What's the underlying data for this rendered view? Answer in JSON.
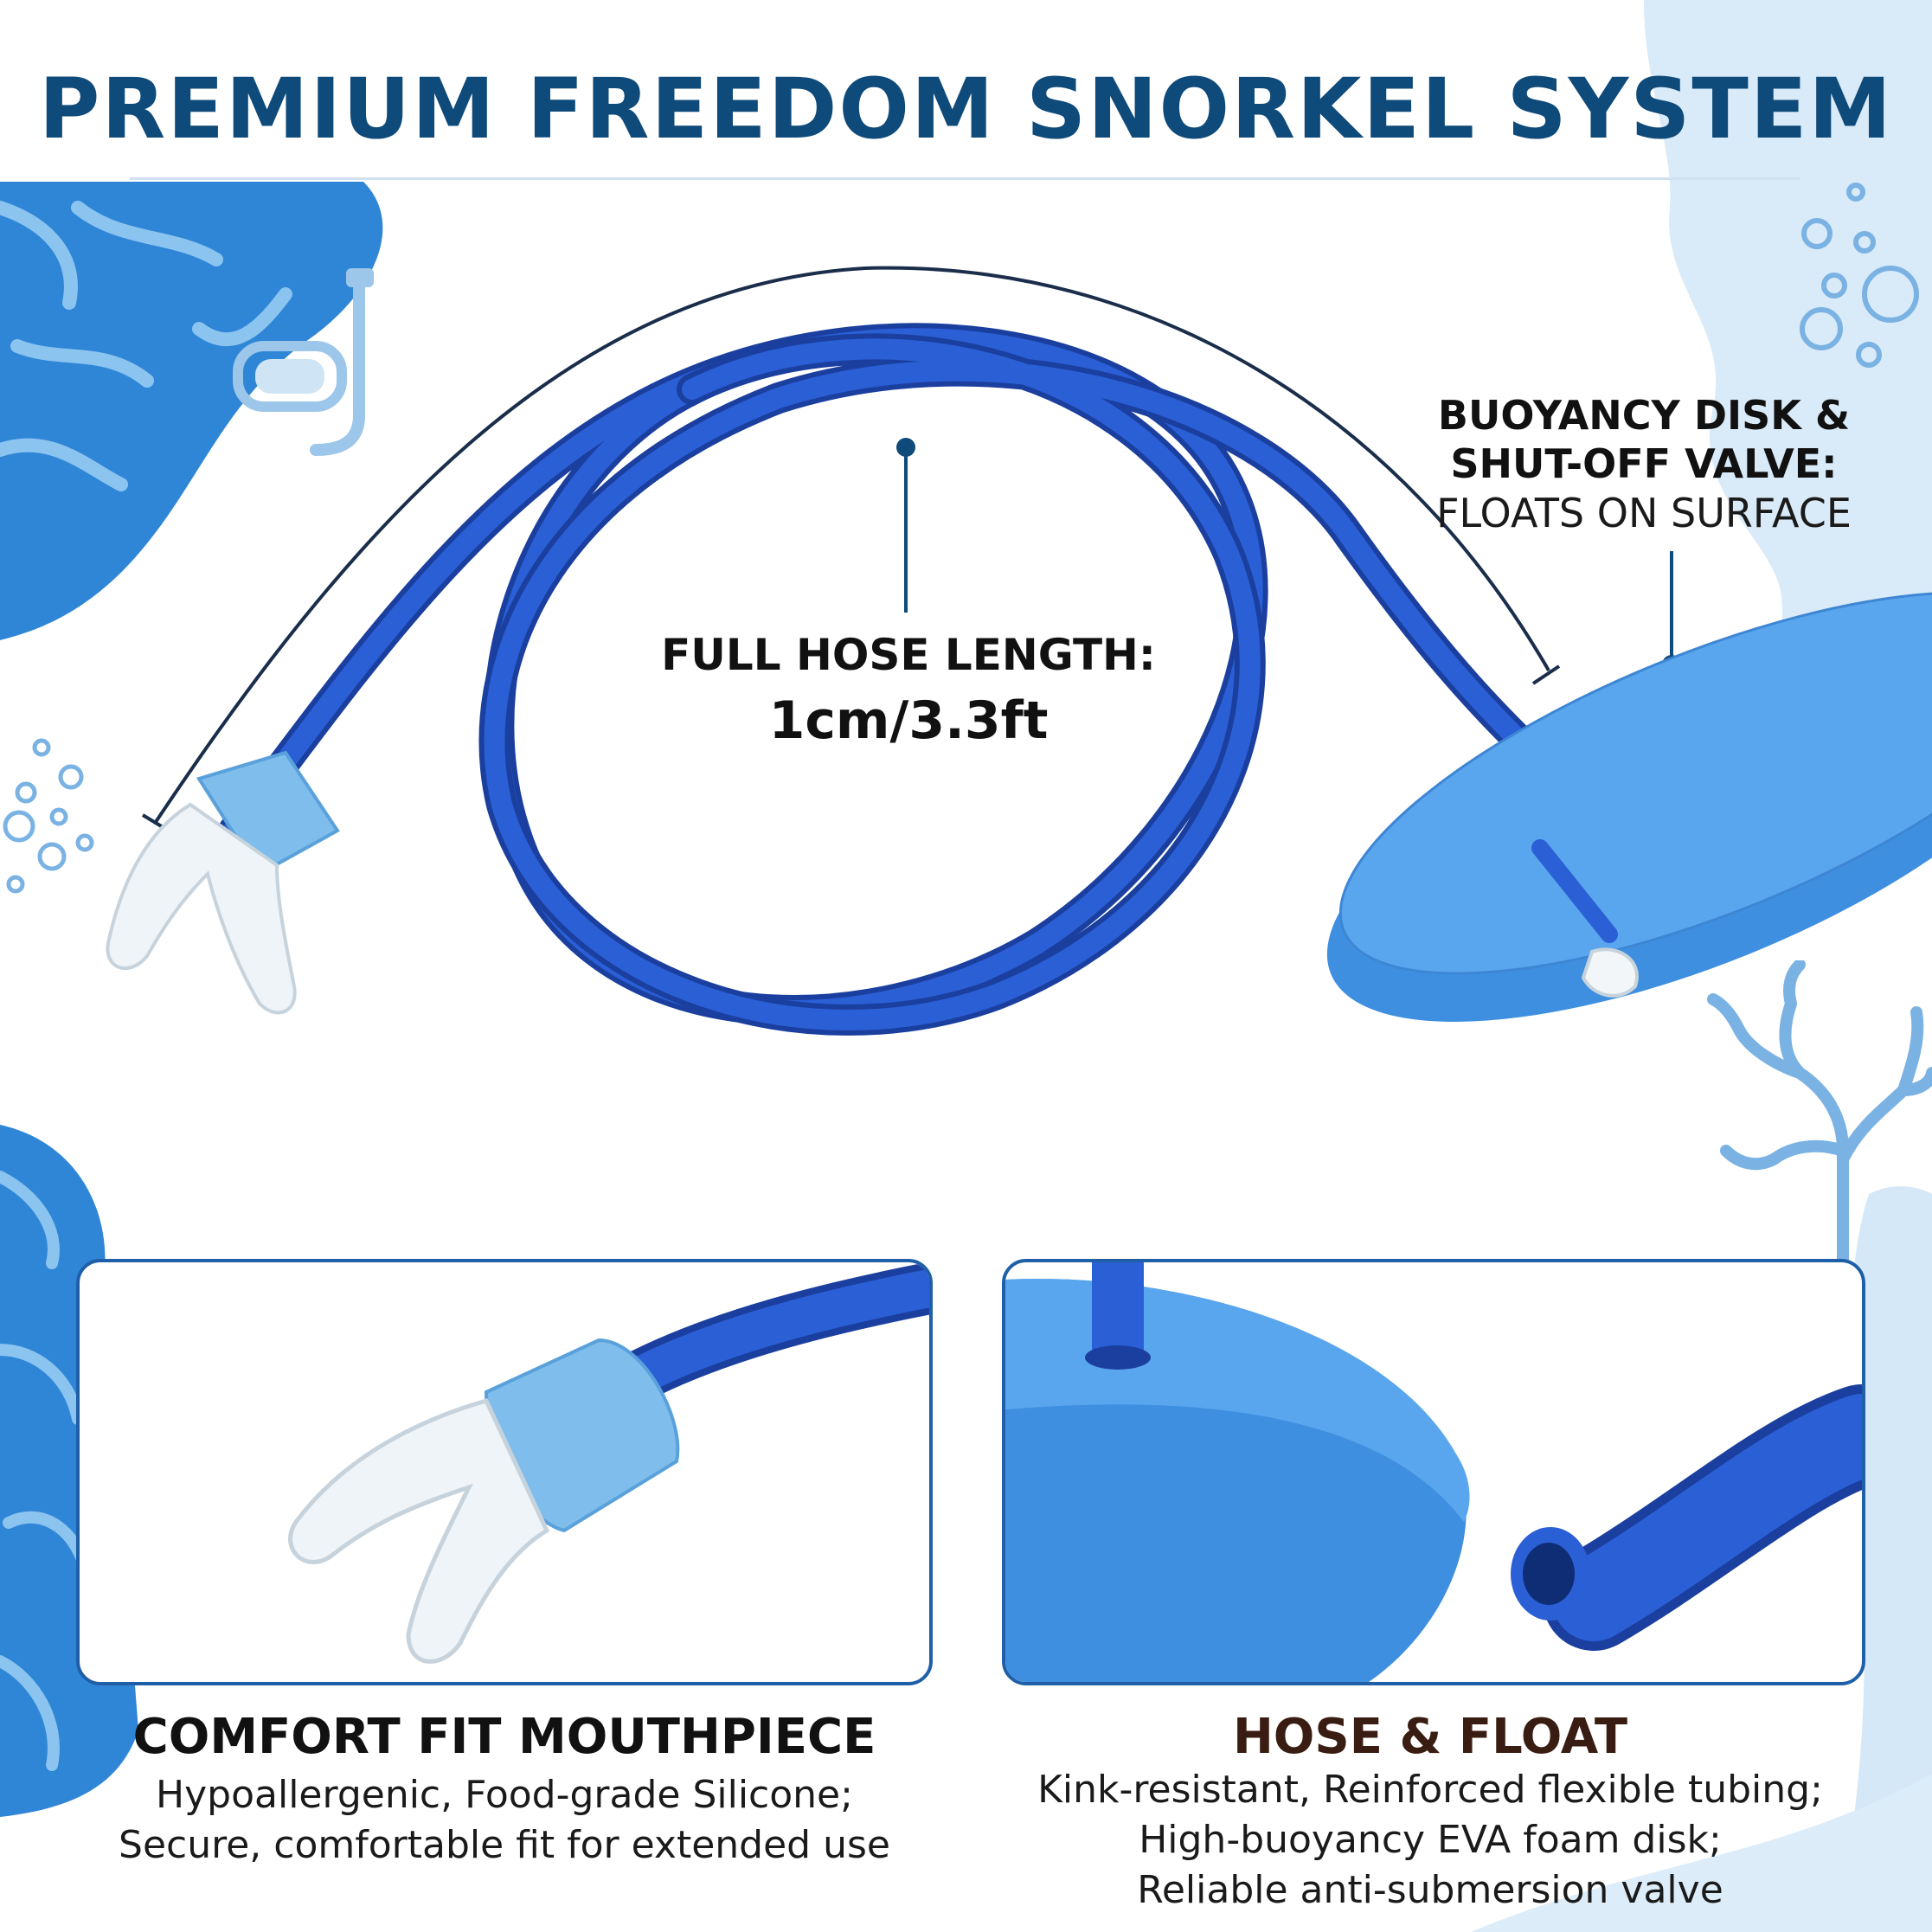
{
  "title": "PREMIUM FREEDOM SNORKEL SYSTEM",
  "hose_callout": {
    "label": "FULL HOSE LENGTH:",
    "value": "1cm/3.3ft"
  },
  "disk_callout": {
    "line1": "BUOYANCY DISK &",
    "line2": "SHUT-OFF VALVE:",
    "line3": "FLOATS ON SURFACE"
  },
  "features": [
    {
      "heading": "COMFORT FIT MOUTHPIECE",
      "lines": [
        "Hypoallergenic, Food-grade Silicone;",
        "Secure, comfortable fit for extended use"
      ]
    },
    {
      "heading": "HOSE & FLOAT",
      "lines": [
        "Kink-resistant, Reinforced flexible tubing;",
        "High-buoyancy EVA foam disk;",
        "Reliable anti-submersion valve"
      ]
    }
  ],
  "colors": {
    "title": "#0e4a7a",
    "hose": "#1e4fc4",
    "disk": "#3f8fe0",
    "mouthpiece_sleeve": "#7fbdec",
    "panel_border": "#1f5fa8",
    "water_deco": "#2f86d6"
  },
  "icons": [
    "snorkel-mask-icon",
    "bubbles-icon",
    "coral-icon"
  ]
}
